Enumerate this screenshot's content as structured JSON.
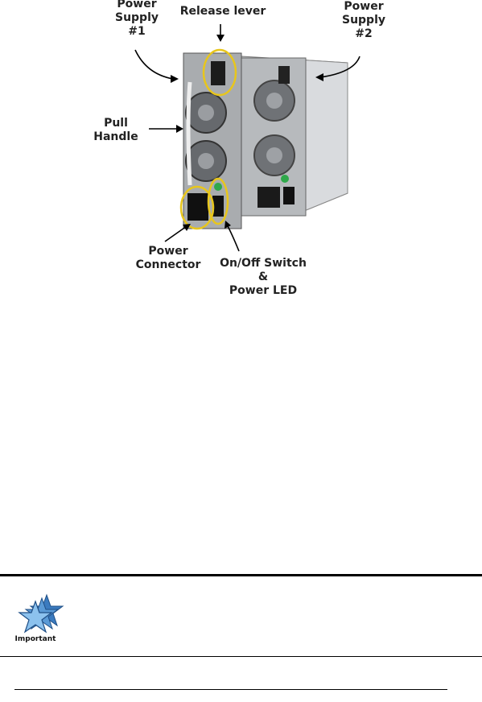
{
  "figure": {
    "labels": {
      "power_supply_1": "Power\nSupply\n#1",
      "release_lever": "Release lever",
      "power_supply_2": "Power\nSupply\n#2",
      "pull_handle": "Pull\nHandle",
      "power_connector": "Power\nConnector",
      "switch_led": "On/Off Switch\n&\nPower LED"
    }
  },
  "notice": {
    "icon": "star-icon",
    "caption": "Important"
  }
}
